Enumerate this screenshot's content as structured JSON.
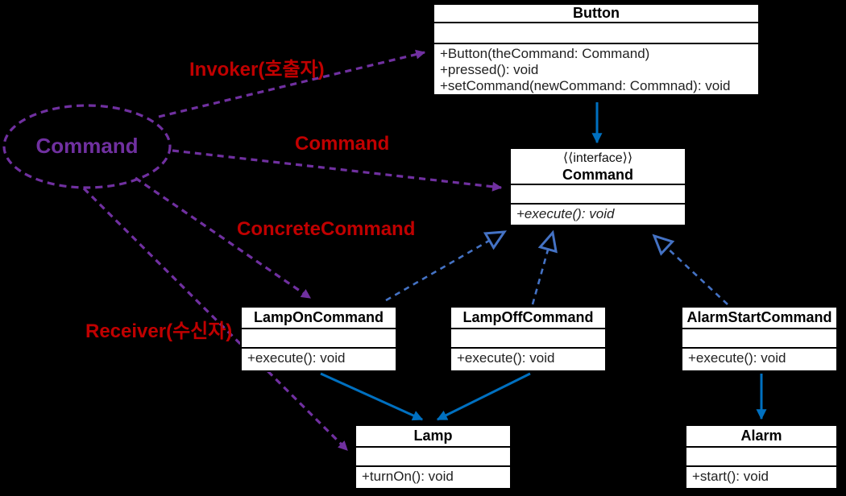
{
  "colors": {
    "background": "#000000",
    "association_purple": "#7030A0",
    "label_red": "#C00000",
    "dependency_blue": "#0070C0",
    "realization_blue": "#4472C4",
    "box_background": "#FFFFFF",
    "box_border": "#000000"
  },
  "ellipse": {
    "label": "Command"
  },
  "edge_labels": {
    "invoker": "Invoker(호출자)",
    "command": "Command",
    "concrete_command": "ConcreteCommand",
    "receiver": "Receiver(수신자)"
  },
  "classes": {
    "button": {
      "title": "Button",
      "methods": [
        "+Button(theCommand: Command)",
        "+pressed(): void",
        "+setCommand(newCommand: Commnad): void"
      ]
    },
    "command_interface": {
      "stereotype": "⟨⟨interface⟩⟩",
      "title": "Command",
      "methods": [
        "+execute(): void"
      ]
    },
    "lamp_on_command": {
      "title": "LampOnCommand",
      "methods": [
        "+execute(): void"
      ]
    },
    "lamp_off_command": {
      "title": "LampOffCommand",
      "methods": [
        "+execute(): void"
      ]
    },
    "alarm_start_command": {
      "title": "AlarmStartCommand",
      "methods": [
        "+execute(): void"
      ]
    },
    "lamp": {
      "title": "Lamp",
      "methods": [
        "+turnOn(): void"
      ]
    },
    "alarm": {
      "title": "Alarm",
      "methods": [
        "+start(): void"
      ]
    }
  }
}
